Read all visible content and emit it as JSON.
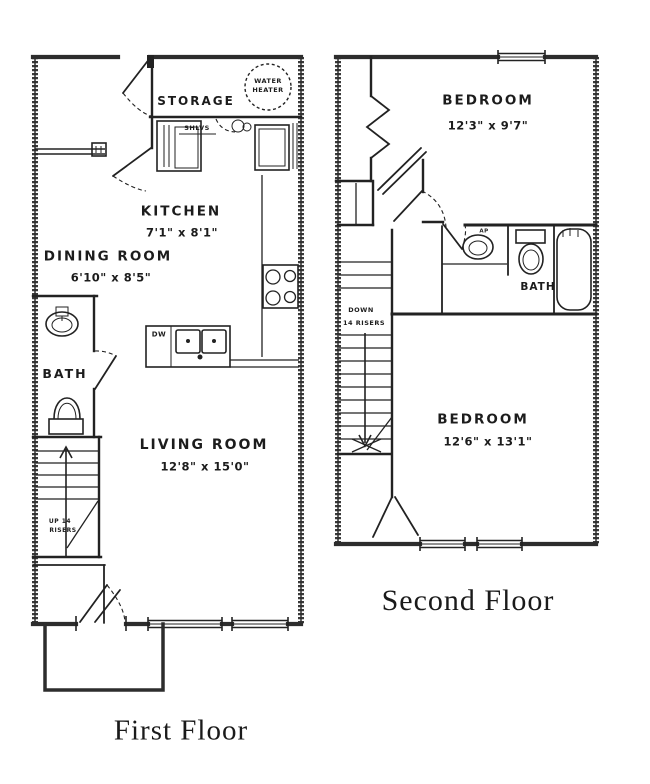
{
  "first_floor": {
    "title": "First Floor",
    "storage_label": "STORAGE",
    "water_heater_line1": "WATER",
    "water_heater_line2": "HEATER",
    "shelves_label": "SHLVS",
    "kitchen_label": "KITCHEN",
    "kitchen_dims": "7'1\" x 8'1\"",
    "dining_label": "DINING ROOM",
    "dining_dims": "6'10\" x 8'5\"",
    "bath_label": "BATH",
    "dishwasher_label": "DW",
    "living_label": "LIVING ROOM",
    "living_dims": "12'8\" x 15'0\"",
    "stairs_line1": "UP 14",
    "stairs_line2": "RISERS"
  },
  "second_floor": {
    "title": "Second Floor",
    "bedroom1_label": "BEDROOM",
    "bedroom1_dims": "12'3\" x 9'7\"",
    "bath_label": "BATH",
    "sink_label": "AP",
    "bedroom2_label": "BEDROOM",
    "bedroom2_dims": "12'6\" x 13'1\"",
    "stairs_line1": "DOWN",
    "stairs_line2": "14 RISERS"
  }
}
